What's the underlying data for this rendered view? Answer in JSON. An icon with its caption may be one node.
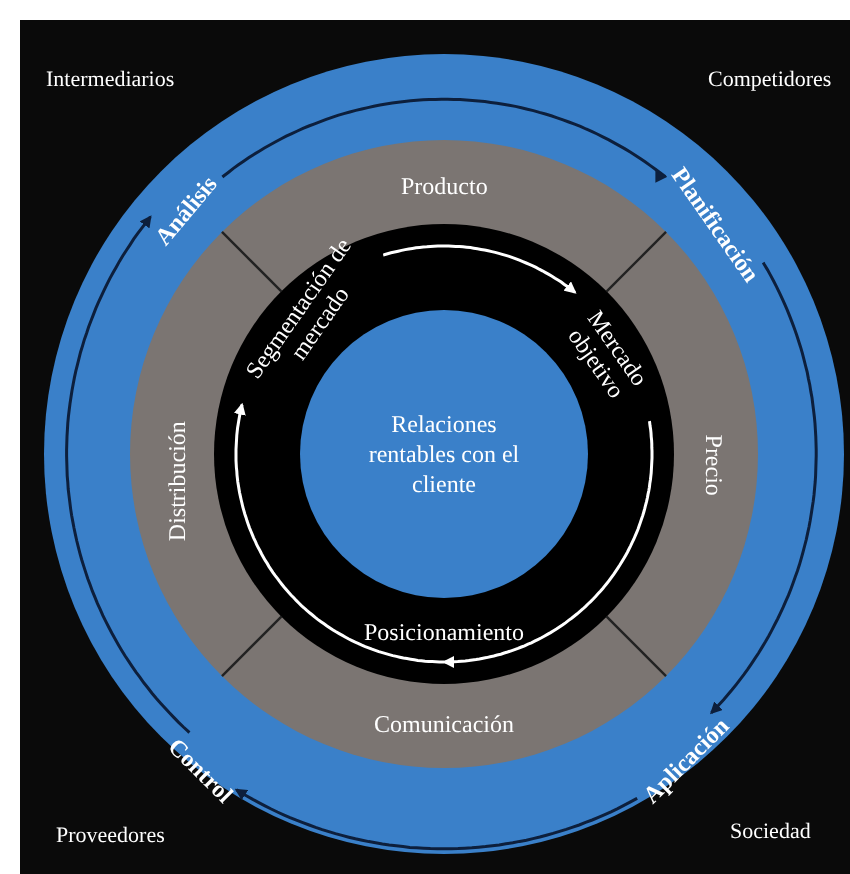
{
  "diagram": {
    "nodes": [
      {
        "text": [
          "Análisis"
        ]
      },
      {
        "text": [
          "Planificación"
        ]
      },
      {
        "text": [
          "Aplicación"
        ]
      },
      {
        "text": [
          "Control"
        ]
      },
      {
        "text": [
          "Producto"
        ]
      },
      {
        "text": [
          "Precio"
        ]
      },
      {
        "text": [
          "Comunicación"
        ]
      },
      {
        "text": [
          "Distribución"
        ]
      },
      {
        "text": [
          "Segmentación de mercado"
        ]
      },
      {
        "text": [
          "Mercado objetivo"
        ]
      },
      {
        "text": [
          "Posicionamiento"
        ]
      },
      {
        "text": [
          "Relaciones rentables con el cliente"
        ]
      }
    ],
    "edges": [
      {
        "from": 0,
        "to": 1,
        "arrow": "to"
      },
      {
        "from": 1,
        "to": 2,
        "arrow": "to"
      },
      {
        "from": 2,
        "to": 3,
        "arrow": "to"
      },
      {
        "from": 3,
        "to": 0,
        "arrow": "to"
      },
      {
        "from": 8,
        "to": 9,
        "arrow": "to",
        "color": "#ffffff"
      },
      {
        "from": 9,
        "to": 10,
        "arrow": "to",
        "color": "#ffffff"
      },
      {
        "from": 10,
        "to": 8,
        "arrow": "to",
        "color": "#ffffff"
      }
    ],
    "labels": [
      "Intermediarios",
      "Competidores",
      "Proveedores",
      "Sociedad"
    ]
  }
}
